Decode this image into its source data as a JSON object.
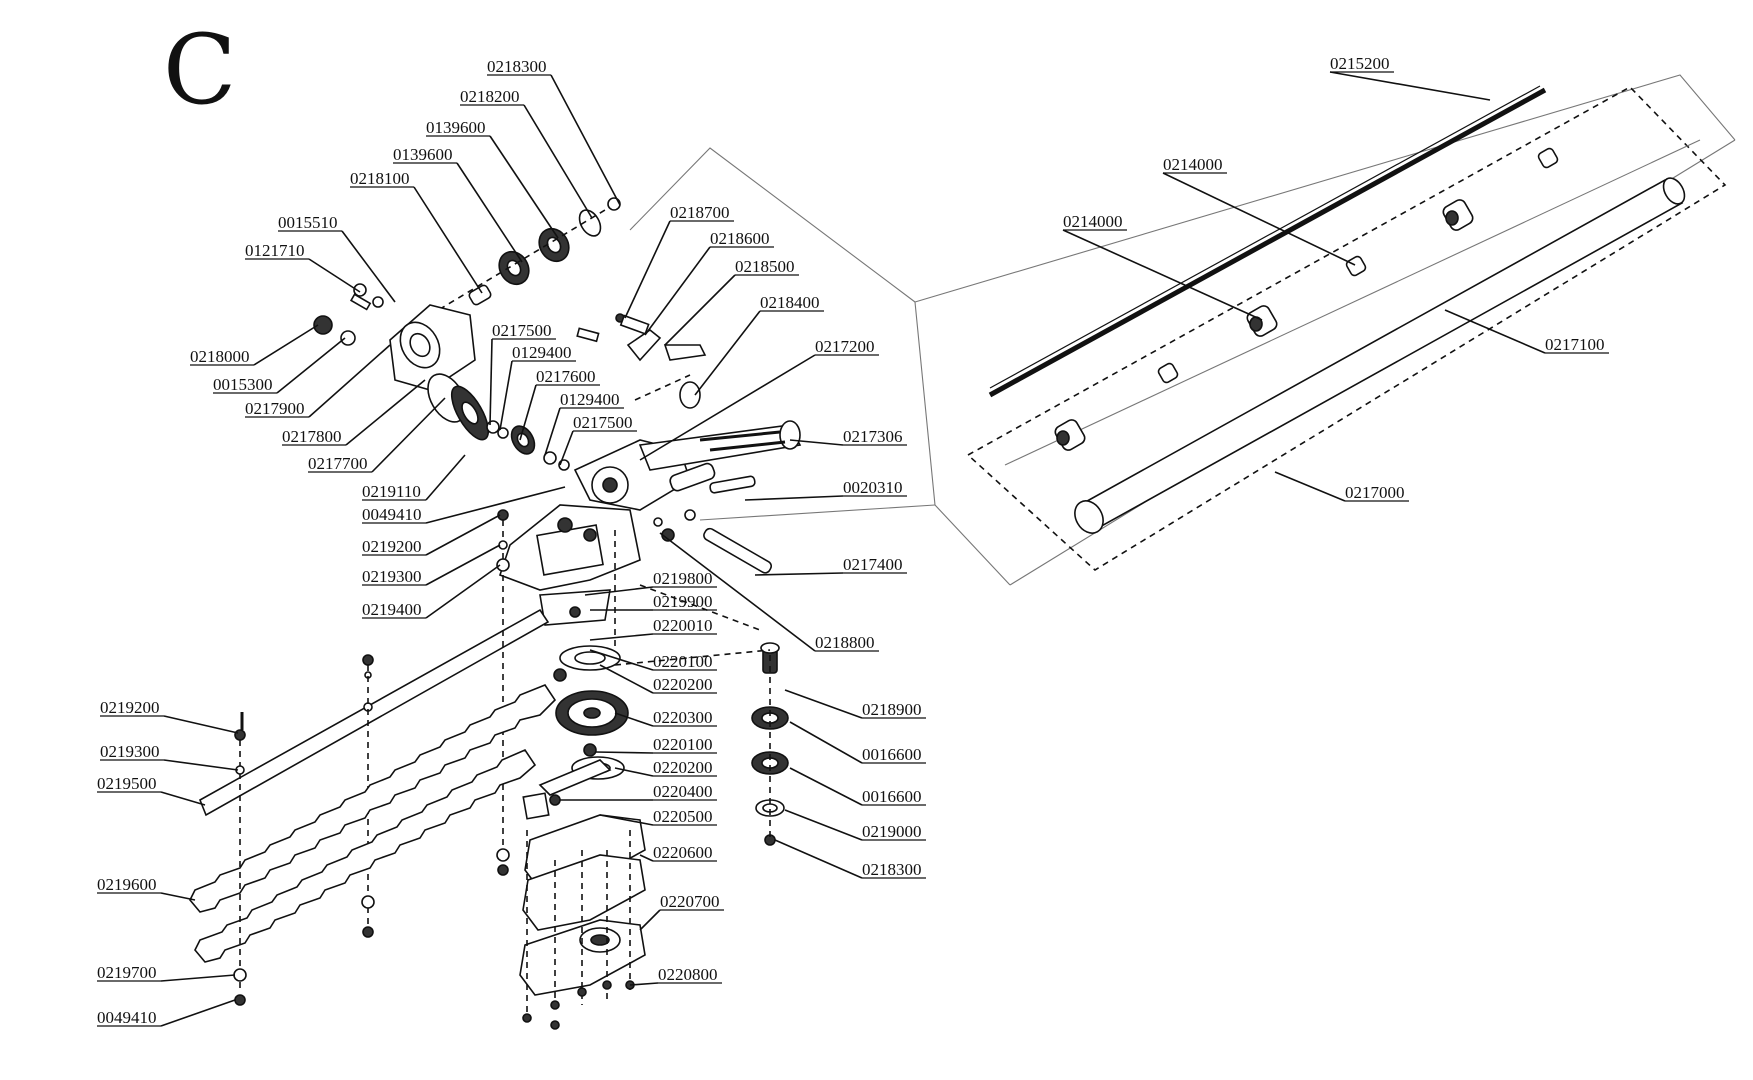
{
  "section_letter": "C",
  "labels": [
    {
      "id": "l1",
      "text": "0218300"
    },
    {
      "id": "l2",
      "text": "0218200"
    },
    {
      "id": "l3",
      "text": "0139600"
    },
    {
      "id": "l4",
      "text": "0139600"
    },
    {
      "id": "l5",
      "text": "0218100"
    },
    {
      "id": "l6",
      "text": "0015510"
    },
    {
      "id": "l7",
      "text": "0121710"
    },
    {
      "id": "l8",
      "text": "0218000"
    },
    {
      "id": "l9",
      "text": "0015300"
    },
    {
      "id": "l10",
      "text": "0217900"
    },
    {
      "id": "l11",
      "text": "0217800"
    },
    {
      "id": "l12",
      "text": "0217700"
    },
    {
      "id": "l13",
      "text": "0217500"
    },
    {
      "id": "l14",
      "text": "0129400"
    },
    {
      "id": "l15",
      "text": "0217600"
    },
    {
      "id": "l16",
      "text": "0129400"
    },
    {
      "id": "l17",
      "text": "0217500"
    },
    {
      "id": "l18",
      "text": "0218700"
    },
    {
      "id": "l19",
      "text": "0218600"
    },
    {
      "id": "l20",
      "text": "0218500"
    },
    {
      "id": "l21",
      "text": "0218400"
    },
    {
      "id": "l22",
      "text": "0217200"
    },
    {
      "id": "l23",
      "text": "0217306"
    },
    {
      "id": "l24",
      "text": "0020310"
    },
    {
      "id": "l25",
      "text": "0217400"
    },
    {
      "id": "l26",
      "text": "0218800"
    },
    {
      "id": "l27",
      "text": "0219110"
    },
    {
      "id": "l28",
      "text": "0049410"
    },
    {
      "id": "l29",
      "text": "0219200"
    },
    {
      "id": "l30",
      "text": "0219300"
    },
    {
      "id": "l31",
      "text": "0219400"
    },
    {
      "id": "l32",
      "text": "0219800"
    },
    {
      "id": "l33",
      "text": "0219900"
    },
    {
      "id": "l34",
      "text": "0220010"
    },
    {
      "id": "l35",
      "text": "0220100"
    },
    {
      "id": "l36",
      "text": "0220200"
    },
    {
      "id": "l37",
      "text": "0220300"
    },
    {
      "id": "l38",
      "text": "0220100"
    },
    {
      "id": "l39",
      "text": "0220200"
    },
    {
      "id": "l40",
      "text": "0220400"
    },
    {
      "id": "l41",
      "text": "0220500"
    },
    {
      "id": "l42",
      "text": "0220600"
    },
    {
      "id": "l43",
      "text": "0220700"
    },
    {
      "id": "l44",
      "text": "0220800"
    },
    {
      "id": "l45",
      "text": "0218900"
    },
    {
      "id": "l46",
      "text": "0016600"
    },
    {
      "id": "l47",
      "text": "0016600"
    },
    {
      "id": "l48",
      "text": "0219000"
    },
    {
      "id": "l49",
      "text": "0218300"
    },
    {
      "id": "l50",
      "text": "0219200"
    },
    {
      "id": "l51",
      "text": "0219300"
    },
    {
      "id": "l52",
      "text": "0219500"
    },
    {
      "id": "l53",
      "text": "0219600"
    },
    {
      "id": "l54",
      "text": "0219700"
    },
    {
      "id": "l55",
      "text": "0049410"
    },
    {
      "id": "l56",
      "text": "0215200"
    },
    {
      "id": "l57",
      "text": "0214000"
    },
    {
      "id": "l58",
      "text": "0214000"
    },
    {
      "id": "l59",
      "text": "0217100"
    },
    {
      "id": "l60",
      "text": "0217000"
    }
  ]
}
